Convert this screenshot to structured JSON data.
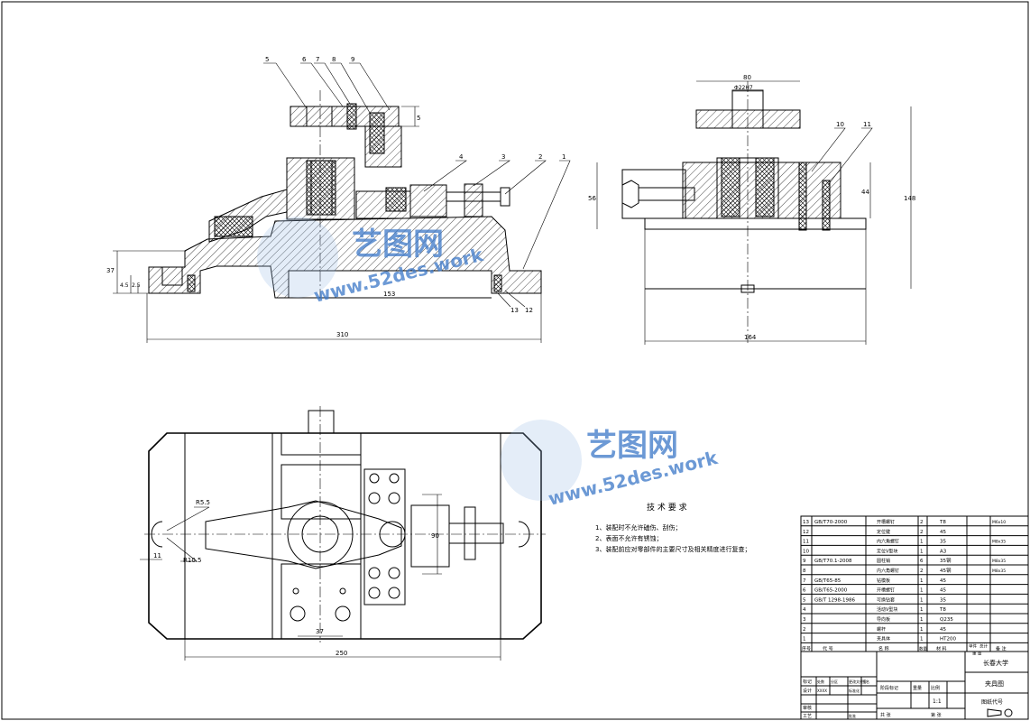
{
  "front_view": {
    "balloons": [
      "5",
      "6",
      "7",
      "8",
      "9",
      "4",
      "3",
      "2",
      "1",
      "13",
      "12"
    ],
    "dims": {
      "d_5": "5",
      "d_37": "37",
      "d_45": "4.5",
      "d_25": "2.5",
      "d_153": "153",
      "d_310": "310"
    }
  },
  "side_view": {
    "balloons": [
      "10",
      "11"
    ],
    "dims": {
      "d_80": "80",
      "d_bore": "Φ22H7",
      "d_56": "56",
      "d_44": "44",
      "d_148": "148",
      "d_164": "164"
    }
  },
  "top_view": {
    "dims": {
      "d_r55": "R5.5",
      "d_r105": "R10.5",
      "d_11": "11",
      "d_90": "90",
      "d_37": "37",
      "d_250": "250"
    }
  },
  "watermark": {
    "brand": "艺图网",
    "url": "www.52des.work"
  },
  "tech_req": {
    "title": "技 术 要 求",
    "items": [
      "1、装配时不允许磕伤、刮伤；",
      "2、表面不允许有锈蚀；",
      "3、装配前应对零部件的主要尺寸及相关精度进行复查；"
    ]
  },
  "bom": {
    "rows": [
      {
        "no": "13",
        "code": "GB/T70-2000",
        "name": "开槽螺钉",
        "qty": "2",
        "mat": "T8",
        "note": "M6x10"
      },
      {
        "no": "12",
        "code": "",
        "name": "定位键",
        "qty": "2",
        "mat": "45",
        "note": ""
      },
      {
        "no": "11",
        "code": "",
        "name": "内六角螺钉",
        "qty": "1",
        "mat": "35",
        "note": "M8x35"
      },
      {
        "no": "10",
        "code": "",
        "name": "定位V型块",
        "qty": "1",
        "mat": "A3",
        "note": ""
      },
      {
        "no": "9",
        "code": "GB/T70.1-2008",
        "name": "圆柱销",
        "qty": "6",
        "mat": "35钢",
        "note": "M8x35"
      },
      {
        "no": "8",
        "code": "",
        "name": "内六角螺钉",
        "qty": "2",
        "mat": "45钢",
        "note": "M8x35"
      },
      {
        "no": "7",
        "code": "GB/T65-85",
        "name": "钻模板",
        "qty": "1",
        "mat": "45",
        "note": ""
      },
      {
        "no": "6",
        "code": "GB/T65-2000",
        "name": "开槽螺钉",
        "qty": "1",
        "mat": "45",
        "note": ""
      },
      {
        "no": "5",
        "code": "GB/T 1298-1986",
        "name": "可换钻套",
        "qty": "1",
        "mat": "35",
        "note": ""
      },
      {
        "no": "4",
        "code": "",
        "name": "活动V型块",
        "qty": "1",
        "mat": "T8",
        "note": ""
      },
      {
        "no": "3",
        "code": "",
        "name": "导向板",
        "qty": "1",
        "mat": "Q235",
        "note": ""
      },
      {
        "no": "2",
        "code": "",
        "name": "螺杆",
        "qty": "1",
        "mat": "45",
        "note": ""
      },
      {
        "no": "1",
        "code": "",
        "name": "夹具体",
        "qty": "1",
        "mat": "HT200",
        "note": ""
      }
    ],
    "header": {
      "no": "序号",
      "code": "代    号",
      "name": "名    称",
      "qty": "数量",
      "mat": "材    料",
      "unit": "单件",
      "total": "总计",
      "weight": "重    量",
      "note": "备    注"
    }
  },
  "title_block": {
    "school": "长春大学",
    "drawing_name": "夹具图",
    "drawing_no": "图纸代号",
    "scale_label": "比例",
    "scale": "1:1",
    "weight_label": "重量",
    "stage_label": "阶段标记",
    "sheet_left": "共 张",
    "sheet_right": "第 张",
    "rows": [
      "标记",
      "设计",
      "审核",
      "工艺"
    ],
    "row_cols": [
      "处数",
      "分区",
      "更改文件号",
      "签名",
      "年、月、日"
    ],
    "std": "标准化",
    "approve": "批准",
    "xxx": "XXXX"
  }
}
